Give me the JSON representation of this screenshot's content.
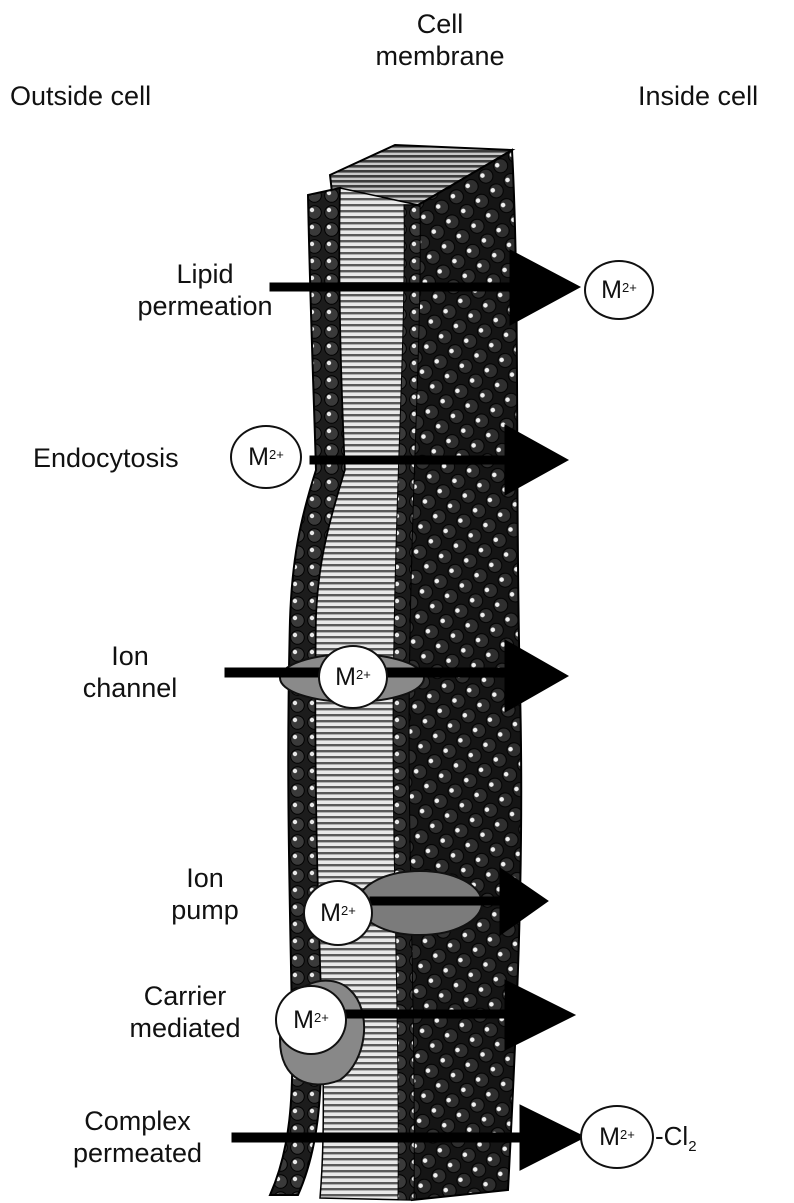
{
  "header": {
    "outside": "Outside cell",
    "membrane_line1": "Cell",
    "membrane_line2": "membrane",
    "inside": "Inside cell"
  },
  "routes": [
    {
      "key": "lipid",
      "line1": "Lipid",
      "line2": "permeation"
    },
    {
      "key": "endocytosis",
      "line1": "Endocytosis"
    },
    {
      "key": "channel",
      "line1": "Ion",
      "line2": "channel"
    },
    {
      "key": "pump",
      "line1": "Ion",
      "line2": "pump"
    },
    {
      "key": "carrier",
      "line1": "Carrier",
      "line2": "mediated"
    },
    {
      "key": "complex",
      "line1": "Complex",
      "line2": "permeated"
    }
  ],
  "ion": {
    "symbol": "M",
    "charge": "2+"
  },
  "complex_suffix": {
    "prefix": "-Cl",
    "subscript": "2"
  }
}
